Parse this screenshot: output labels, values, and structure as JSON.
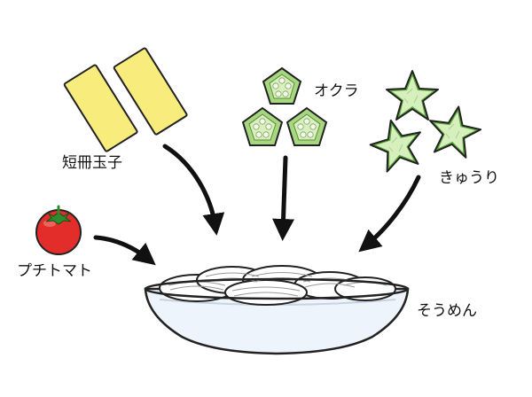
{
  "labels": {
    "tanzaku_egg": "短冊玉子",
    "okra": "オクラ",
    "cucumber": "きゅうり",
    "cherry_tomato": "プチトマト",
    "somen": "そうめん"
  },
  "colors": {
    "egg": "#f7ec7c",
    "okra_outer": "#a7d77f",
    "okra_inner": "#d9efbf",
    "okra_seed": "#f4f9ec",
    "cucumber_skin": "#5aa83b",
    "cucumber_flesh": "#d7efbd",
    "tomato": "#e32d2a",
    "tomato_stem": "#2e8b2e",
    "bowl": "#eef4fb",
    "noodle": "#ffffff",
    "arrow": "#111111"
  }
}
